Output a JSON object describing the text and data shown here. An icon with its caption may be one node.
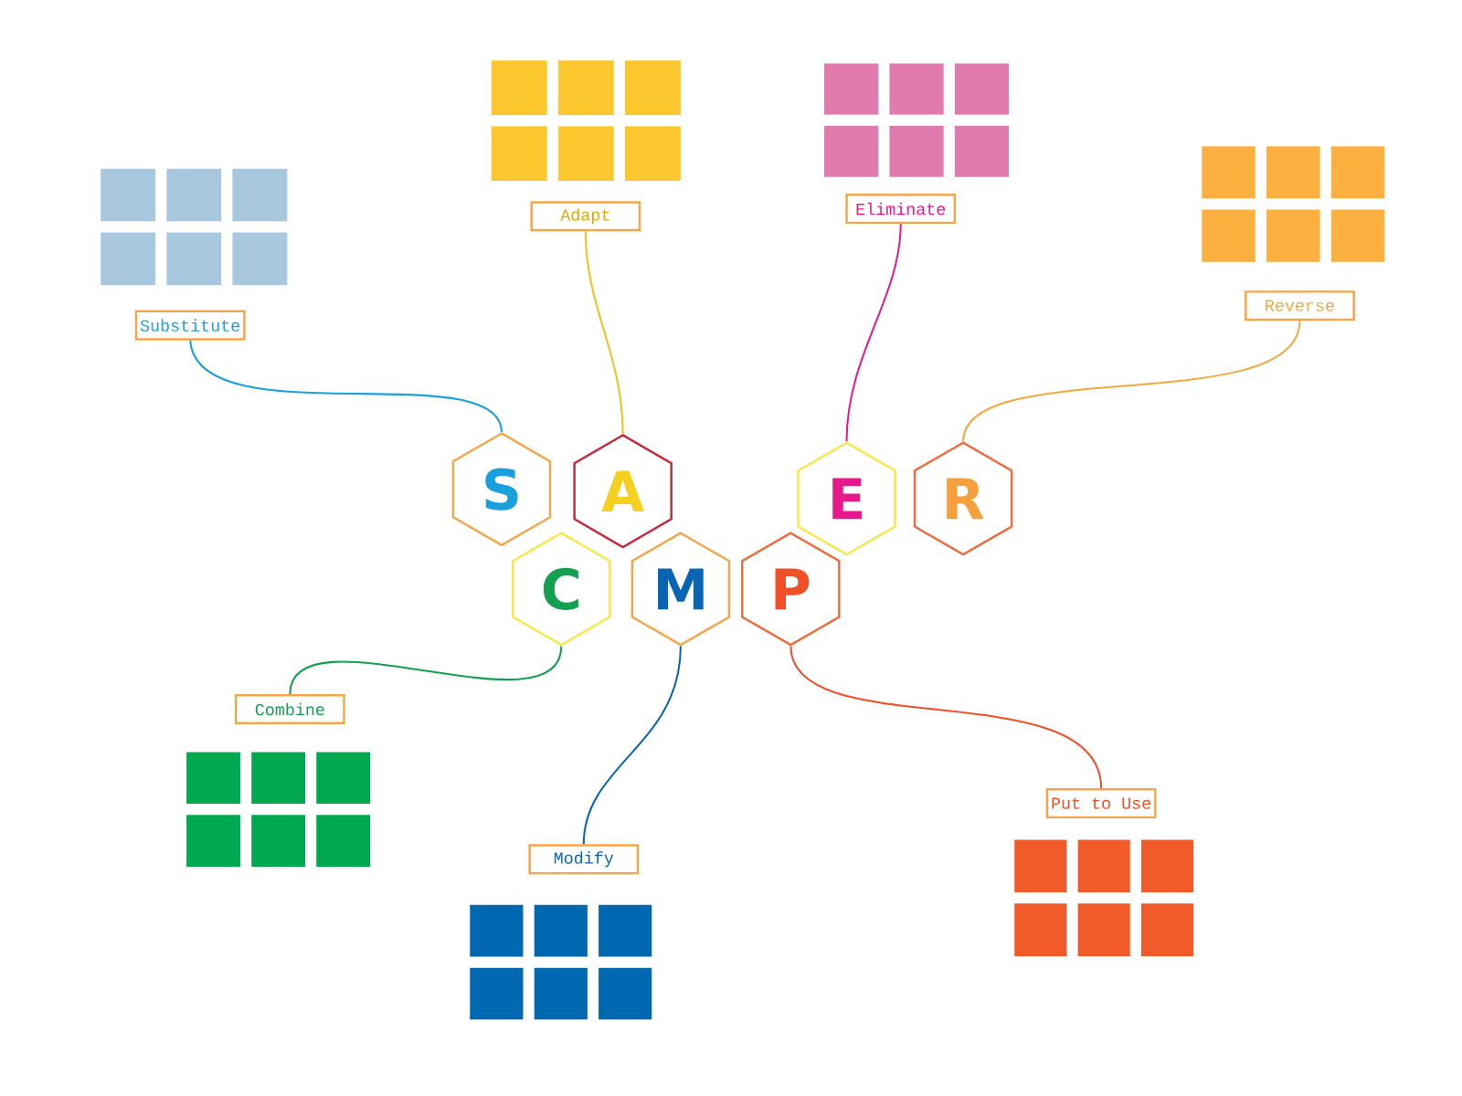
{
  "diagram": {
    "nodes": [
      {
        "text": [
          "S"
        ]
      },
      {
        "text": [
          "A"
        ]
      },
      {
        "text": [
          "E"
        ]
      },
      {
        "text": [
          "R"
        ]
      },
      {
        "text": [
          "C"
        ]
      },
      {
        "text": [
          "M"
        ]
      },
      {
        "text": [
          "P"
        ]
      },
      {
        "text": [
          "Substitute"
        ]
      },
      {
        "text": [
          "Adapt"
        ]
      },
      {
        "text": [
          "Eliminate"
        ]
      },
      {
        "text": [
          "Reverse"
        ]
      },
      {
        "text": [
          "Combine"
        ]
      },
      {
        "text": [
          "Modify"
        ]
      },
      {
        "text": [
          "Put to Use"
        ]
      }
    ],
    "edges": [
      {
        "from": 0,
        "to": 7,
        "arrow": "none",
        "color": "#1aa0dc"
      },
      {
        "from": 1,
        "to": 8,
        "arrow": "none",
        "color": "#f0c020"
      },
      {
        "from": 2,
        "to": 9,
        "arrow": "none",
        "color": "#e8198c"
      },
      {
        "from": 3,
        "to": 10,
        "arrow": "none",
        "color": "#f5a840"
      },
      {
        "from": 4,
        "to": 11,
        "arrow": "none",
        "color": "#14a050"
      },
      {
        "from": 5,
        "to": 12,
        "arrow": "none",
        "color": "#0a64b4"
      },
      {
        "from": 6,
        "to": 13,
        "arrow": "none",
        "color": "#f05028"
      }
    ]
  }
}
